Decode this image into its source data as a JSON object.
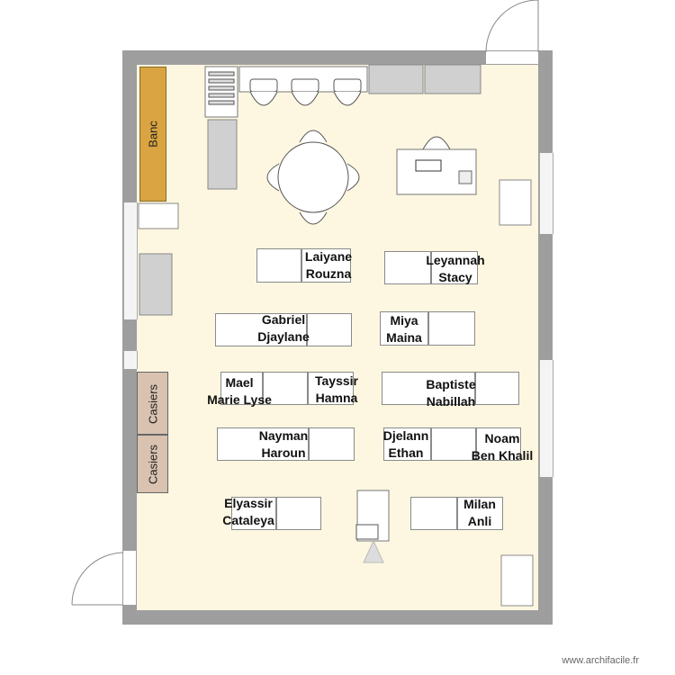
{
  "furniture": {
    "bench_label": "Banc",
    "locker_top_label": "Casiers",
    "locker_bottom_label": "Casiers"
  },
  "students": {
    "laiyane": "Laiyane",
    "rouzna": "Rouzna",
    "leyannah": "Leyannah",
    "stacy": "Stacy",
    "gabriel": "Gabriel",
    "djaylane": "Djaylane",
    "miya": "Miya",
    "maina": "Maina",
    "mael": "Mael",
    "marie_lyse": "Marie Lyse",
    "tayssir": "Tayssir",
    "hamna": "Hamna",
    "baptiste": "Baptiste",
    "nabillah": "Nabillah",
    "nayman": "Nayman",
    "haroun": "Haroun",
    "djelann": "Djelann",
    "ethan": "Ethan",
    "noam": "Noam",
    "ben_khalil": "Ben Khalil",
    "elyassir": "Elyassir",
    "cataleya": "Cataleya",
    "milan": "Milan",
    "anli": "Anli"
  },
  "footer": {
    "watermark": "www.archifacile.fr"
  },
  "colors": {
    "floor": "#fdf7e1",
    "wall": "#9e9e9e",
    "bench": "#d9a441",
    "locker": "#d9c2b0"
  }
}
